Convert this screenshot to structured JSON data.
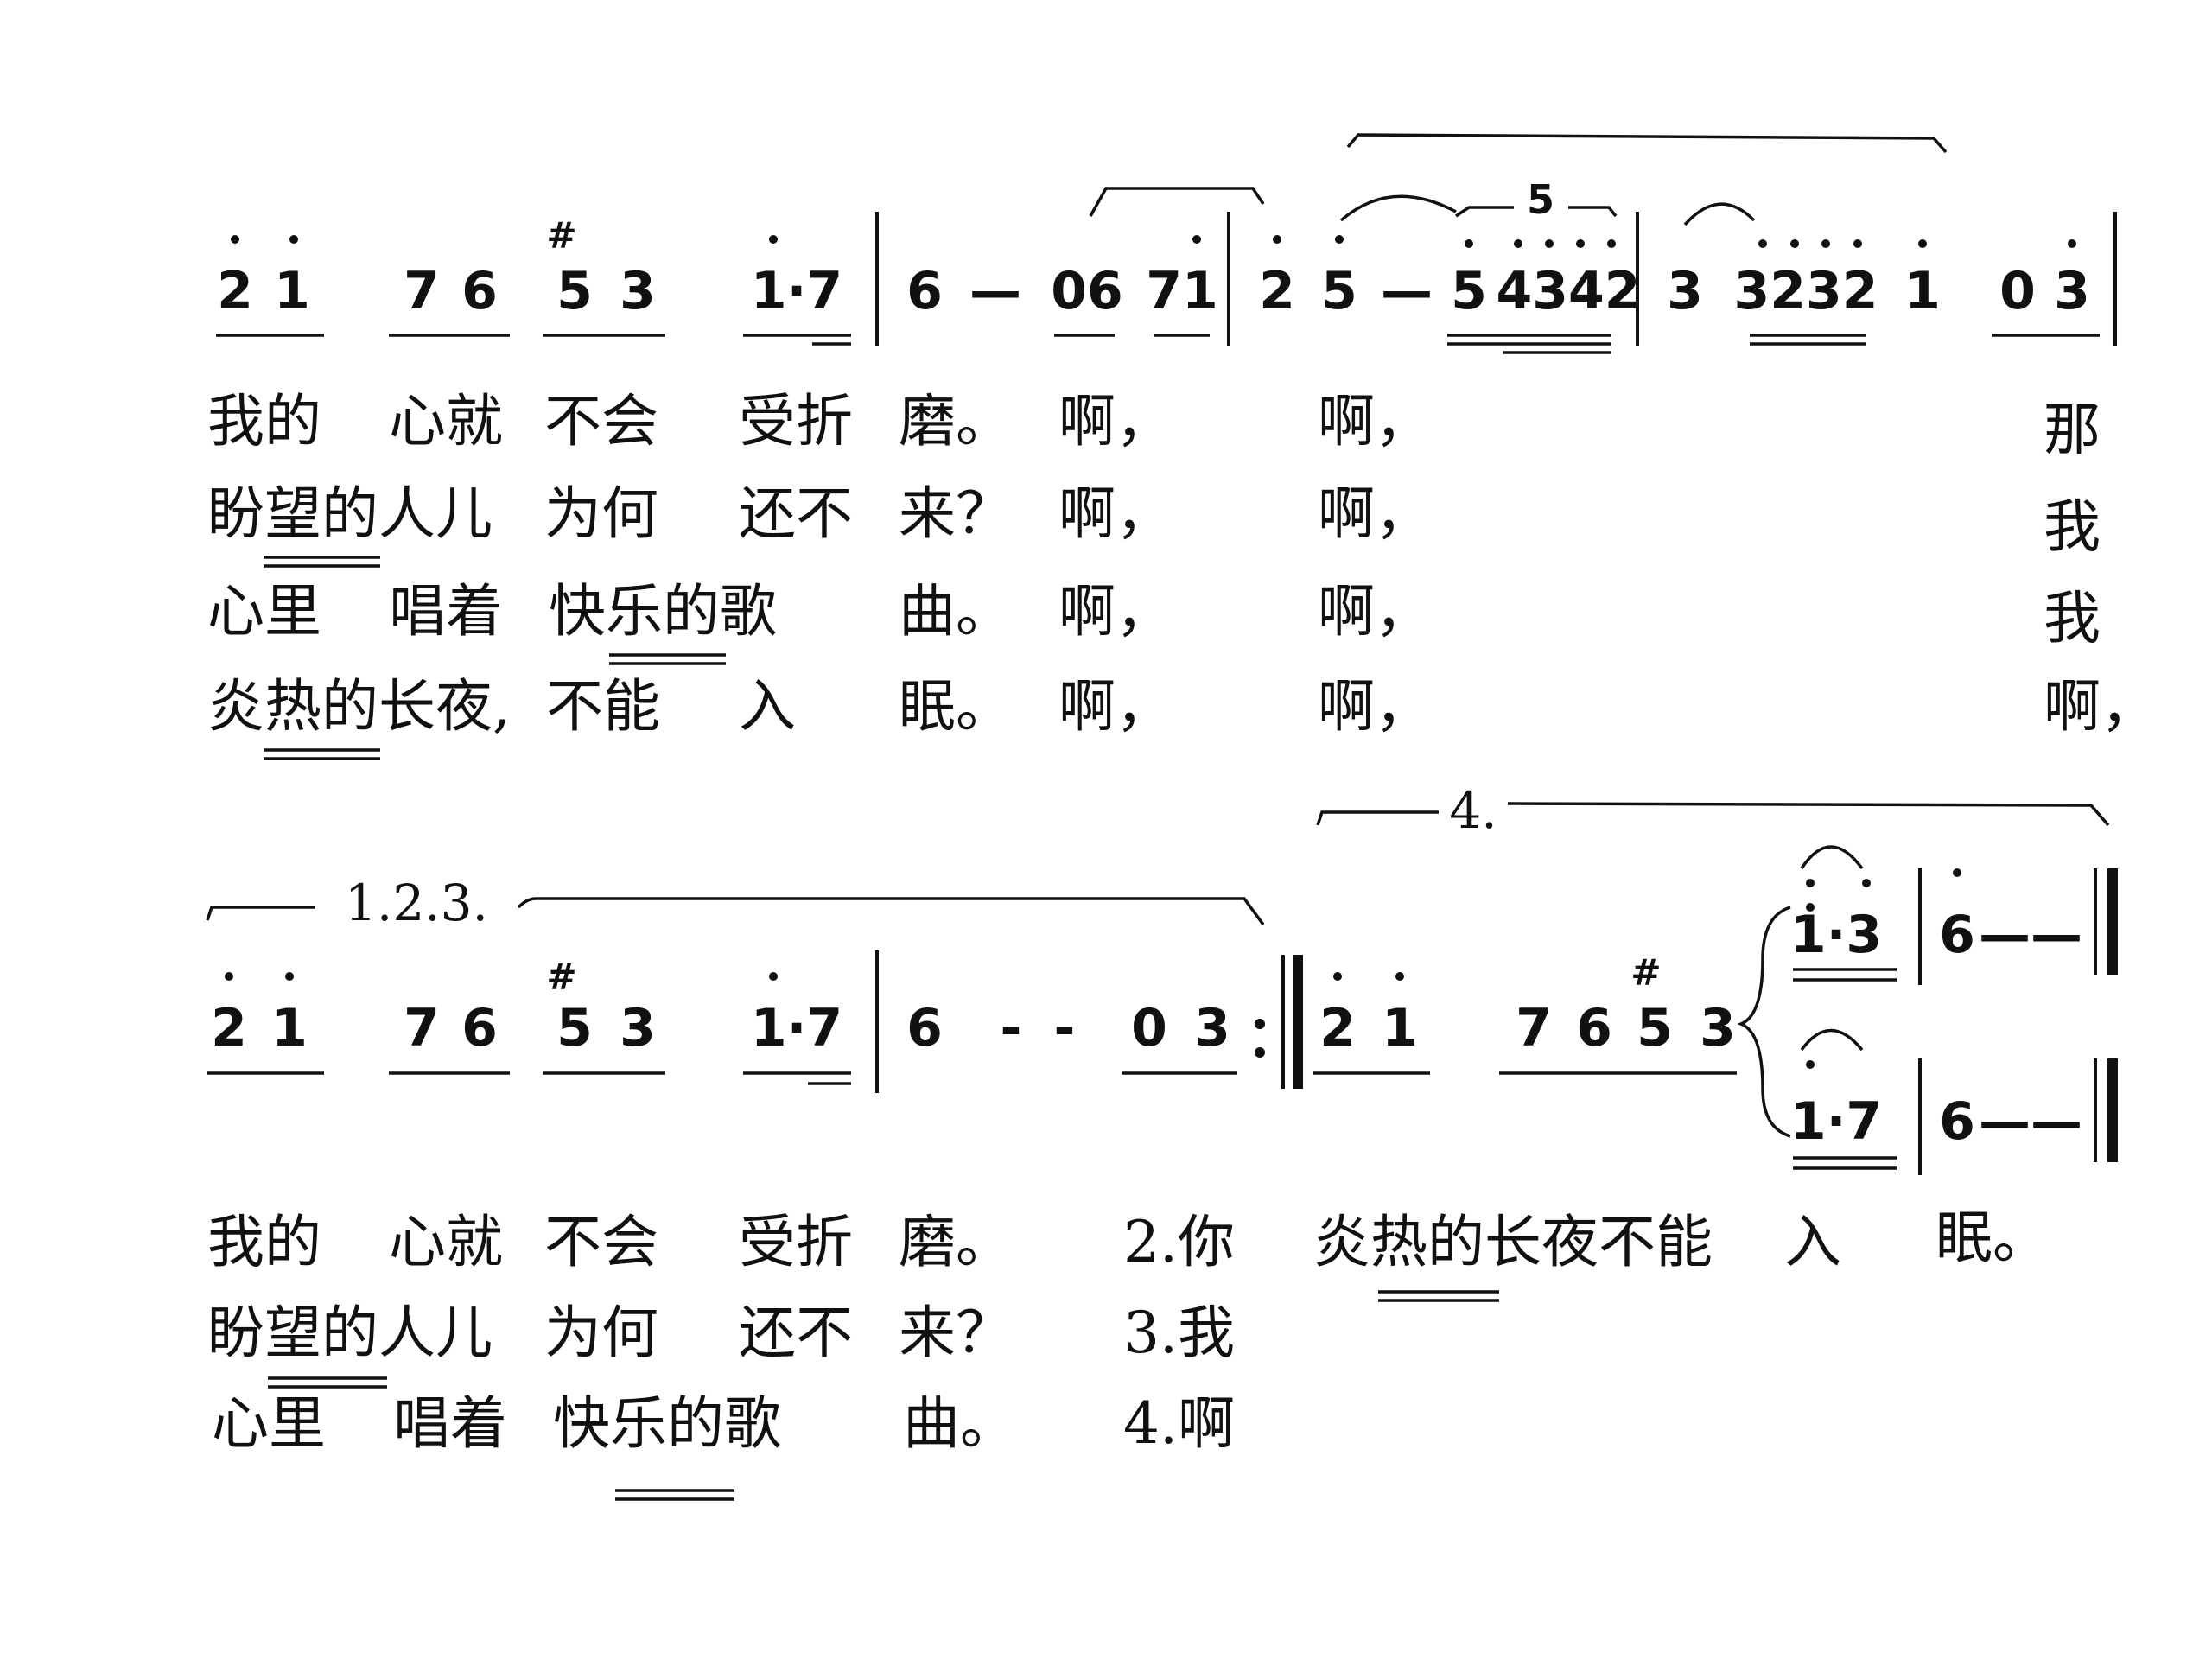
{
  "page": {
    "background": "#ffffff",
    "ink": "#111111"
  },
  "system1": {
    "notes": {
      "n1": "2",
      "n2": "1",
      "n3": "7",
      "n4": "6",
      "n5": "5",
      "n6": "3",
      "n7": "1·7",
      "n8": "6",
      "n9": "—",
      "n10": "06",
      "n11": "71",
      "n12": "2",
      "n13": "5",
      "n14": "—",
      "n15": "5",
      "n16": "4342",
      "n17": "3",
      "n18": "3232",
      "n19": "1",
      "n20": "0",
      "n21": "3"
    },
    "sharp": "#",
    "tuplet_label": "5",
    "lyrics": {
      "v1": {
        "w1": "我的",
        "w2": "心就",
        "w3": "不会",
        "w4": "受折",
        "w5": "磨。",
        "w6": "啊，",
        "w7": "啊，",
        "w8": "那"
      },
      "v2": {
        "w1": "盼望的人儿",
        "w2": "为何",
        "w3": "还不",
        "w4": "来？",
        "w5": "啊，",
        "w6": "啊，",
        "w7": "我"
      },
      "v3": {
        "w1": "心里",
        "w2": "唱着",
        "w3": "快乐的歌",
        "w4": "曲。",
        "w5": "啊，",
        "w6": "啊，",
        "w7": "我"
      },
      "v4": {
        "w1": "炎热的长夜,",
        "w2": "不能",
        "w3": "入",
        "w4": "眠。",
        "w5": "啊，",
        "w6": "啊，",
        "w7": "啊，"
      }
    }
  },
  "system2": {
    "volta1_label": "1.2.3.",
    "volta2_label": "4.",
    "notes": {
      "n1": "2",
      "n2": "1",
      "n3": "7",
      "n4": "6",
      "n5": "5",
      "n6": "3",
      "n7": "1·7",
      "n8": "6",
      "n9": "-",
      "n10": "-",
      "n11": "0",
      "n12": "3",
      "n13": "2",
      "n14": "1",
      "n15": "7",
      "n16": "6",
      "n17": "5",
      "n18": "3",
      "upper": {
        "a": "1·3",
        "b": "6",
        "c": "—",
        "d": "—"
      },
      "lower": {
        "a": "1·7",
        "b": "6",
        "c": "—",
        "d": "—"
      }
    },
    "sharp": "#",
    "lyrics": {
      "v1": {
        "w1": "我的",
        "w2": "心就",
        "w3": "不会",
        "w4": "受折",
        "w5": "磨。",
        "w6": "2.你"
      },
      "v2": {
        "w1": "盼望的人儿",
        "w2": "为何",
        "w3": "还不",
        "w4": "来？",
        "w5": "3.我"
      },
      "v3": {
        "w1": "心里",
        "w2": "唱着",
        "w3": "快乐的歌",
        "w4": "曲。",
        "w5": "4.啊"
      },
      "ending": {
        "w1": "炎热的长夜不能",
        "w2": "入",
        "w3": "眠。"
      }
    }
  }
}
